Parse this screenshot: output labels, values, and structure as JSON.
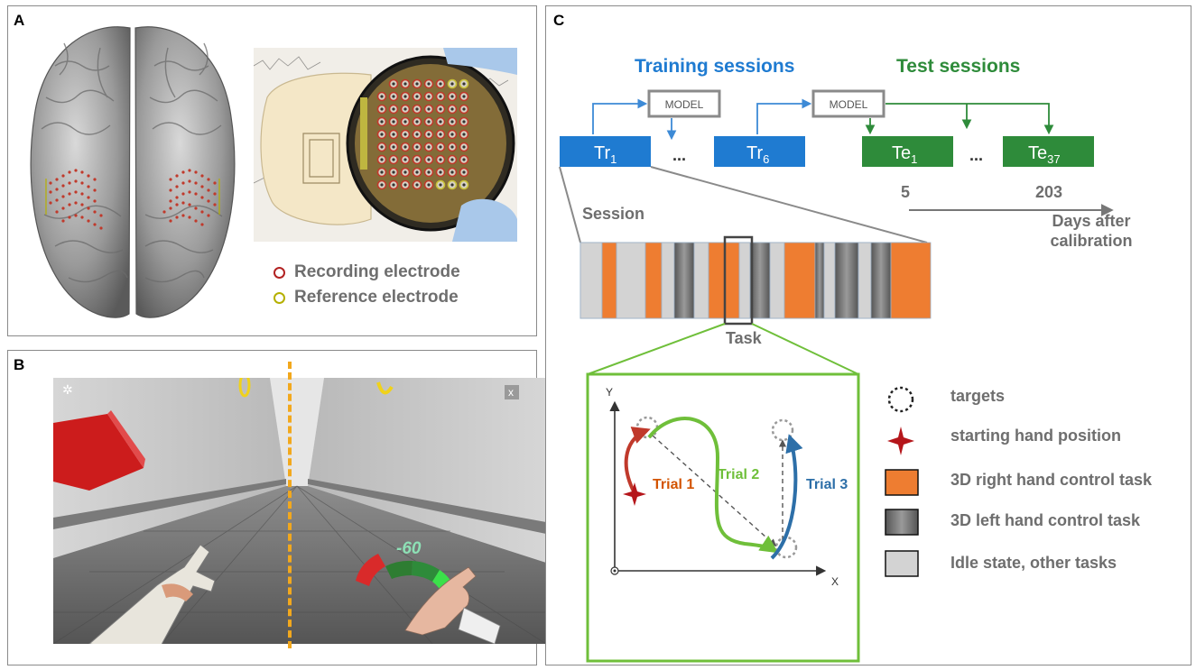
{
  "panels": {
    "a_label": "A",
    "b_label": "B",
    "c_label": "C"
  },
  "panel_a": {
    "legend": [
      {
        "label": "Recording electrode",
        "color": "#b22222"
      },
      {
        "label": "Reference electrode",
        "color": "#b5b000"
      }
    ]
  },
  "panel_b": {
    "hud_value": "-60",
    "close_glyph": "x"
  },
  "panel_c": {
    "training_title": "Training sessions",
    "test_title": "Test sessions",
    "model_label": "MODEL",
    "sessions": {
      "tr1_base": "Tr",
      "tr1_sub": "1",
      "tr6_base": "Tr",
      "tr6_sub": "6",
      "te1_base": "Te",
      "te1_sub": "1",
      "te37_base": "Te",
      "te37_sub": "37",
      "ellipsis": "..."
    },
    "days_start": "5",
    "days_end": "203",
    "days_caption_1": "Days after",
    "days_caption_2": "calibration",
    "session_label": "Session",
    "task_label": "Task",
    "axis_y": "Y",
    "axis_x": "X",
    "trial_1": "Trial 1",
    "trial_2": "Trial 2",
    "trial_3": "Trial 3",
    "legend": [
      {
        "label": "targets",
        "icon": "dashed-circle-icon"
      },
      {
        "label": "starting hand position",
        "icon": "red-star-icon"
      },
      {
        "label": "3D right hand control task",
        "icon": "orange-swatch-icon"
      },
      {
        "label": "3D left hand control task",
        "icon": "gray-gradient-swatch-icon"
      },
      {
        "label": "Idle state, other tasks",
        "icon": "light-gray-swatch-icon"
      }
    ],
    "session_blocks": [
      "idle",
      "right",
      "idle",
      "right",
      "idle",
      "left",
      "idle",
      "right",
      "idle",
      "left",
      "idle",
      "right",
      "left",
      "idle",
      "left",
      "idle",
      "left",
      "right"
    ]
  },
  "colors": {
    "training_blue": "#1f7bd1",
    "test_green": "#2e8b3a",
    "right_task_orange": "#ee7d31",
    "left_task_gray": "#707070",
    "idle_gray": "#d3d3d3",
    "trial1": "#c0392b",
    "trial2": "#6fbf3a",
    "trial3": "#2d6fa8"
  }
}
